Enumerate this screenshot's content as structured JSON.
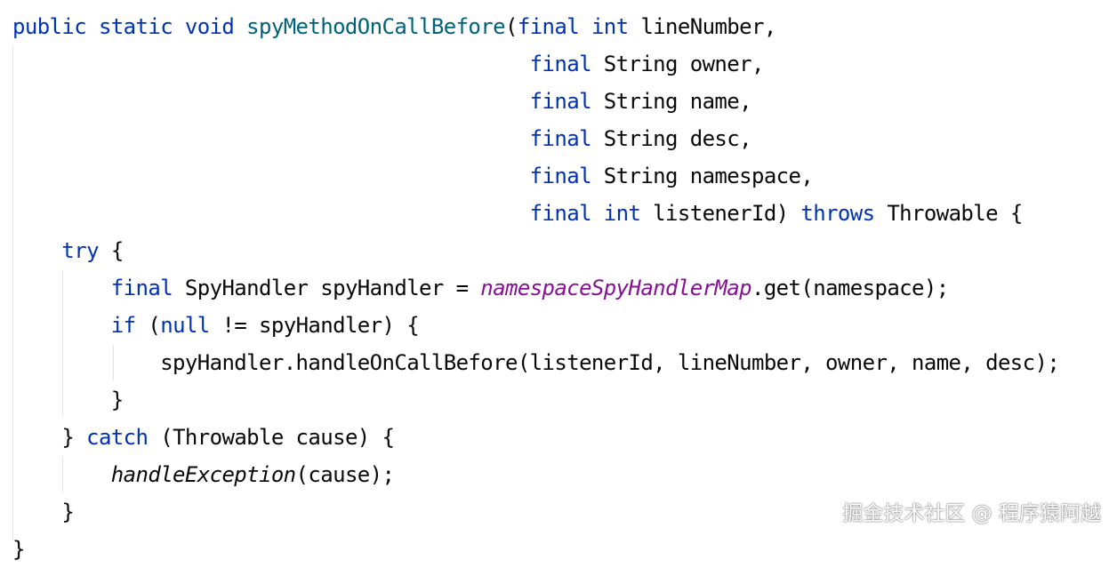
{
  "code_lines": [
    {
      "indent": "",
      "tokens": [
        {
          "text": "public static void ",
          "style": "kw"
        },
        {
          "text": "spyMethodOnCallBefore",
          "style": "fn"
        },
        {
          "text": "(",
          "style": "plain"
        },
        {
          "text": "final int ",
          "style": "kw"
        },
        {
          "text": "lineNumber,",
          "style": "plain"
        }
      ]
    },
    {
      "indent": "                                          ",
      "tokens": [
        {
          "text": "final ",
          "style": "kw"
        },
        {
          "text": "String owner,",
          "style": "plain"
        }
      ]
    },
    {
      "indent": "                                          ",
      "tokens": [
        {
          "text": "final ",
          "style": "kw"
        },
        {
          "text": "String name,",
          "style": "plain"
        }
      ]
    },
    {
      "indent": "                                          ",
      "tokens": [
        {
          "text": "final ",
          "style": "kw"
        },
        {
          "text": "String desc,",
          "style": "plain"
        }
      ]
    },
    {
      "indent": "                                          ",
      "tokens": [
        {
          "text": "final ",
          "style": "kw"
        },
        {
          "text": "String namespace,",
          "style": "plain"
        }
      ]
    },
    {
      "indent": "                                          ",
      "tokens": [
        {
          "text": "final int ",
          "style": "kw"
        },
        {
          "text": "listenerId) ",
          "style": "plain"
        },
        {
          "text": "throws ",
          "style": "kw"
        },
        {
          "text": "Throwable {",
          "style": "plain"
        }
      ]
    },
    {
      "indent": "    ",
      "tokens": [
        {
          "text": "try ",
          "style": "kw"
        },
        {
          "text": "{",
          "style": "plain"
        }
      ]
    },
    {
      "indent": "        ",
      "tokens": [
        {
          "text": "final ",
          "style": "kw"
        },
        {
          "text": "SpyHandler spyHandler = ",
          "style": "plain"
        },
        {
          "text": "namespaceSpyHandlerMap",
          "style": "field"
        },
        {
          "text": ".get(namespace);",
          "style": "plain"
        }
      ]
    },
    {
      "indent": "        ",
      "tokens": [
        {
          "text": "if ",
          "style": "kw"
        },
        {
          "text": "(",
          "style": "plain"
        },
        {
          "text": "null ",
          "style": "kw"
        },
        {
          "text": "!= spyHandler) {",
          "style": "plain"
        }
      ]
    },
    {
      "indent": "            ",
      "tokens": [
        {
          "text": "spyHandler.handleOnCallBefore(listenerId, lineNumber, owner, name, desc);",
          "style": "plain"
        }
      ]
    },
    {
      "indent": "        ",
      "tokens": [
        {
          "text": "}",
          "style": "plain"
        }
      ]
    },
    {
      "indent": "    ",
      "tokens": [
        {
          "text": "} ",
          "style": "plain"
        },
        {
          "text": "catch ",
          "style": "kw"
        },
        {
          "text": "(Throwable cause) {",
          "style": "plain"
        }
      ]
    },
    {
      "indent": "        ",
      "tokens": [
        {
          "text": "handleException",
          "style": "italic"
        },
        {
          "text": "(cause);",
          "style": "plain"
        }
      ]
    },
    {
      "indent": "    ",
      "tokens": [
        {
          "text": "}",
          "style": "plain"
        }
      ]
    },
    {
      "indent": "",
      "tokens": [
        {
          "text": "}",
          "style": "plain"
        }
      ]
    }
  ],
  "watermark": "掘金技术社区 @ 程序猿阿越",
  "colors": {
    "keyword": "#0033b3",
    "method_declaration": "#00627a",
    "static_field": "#871094",
    "default_text": "#080808",
    "background": "#ffffff",
    "indent_guide": "#e4e4e4"
  }
}
